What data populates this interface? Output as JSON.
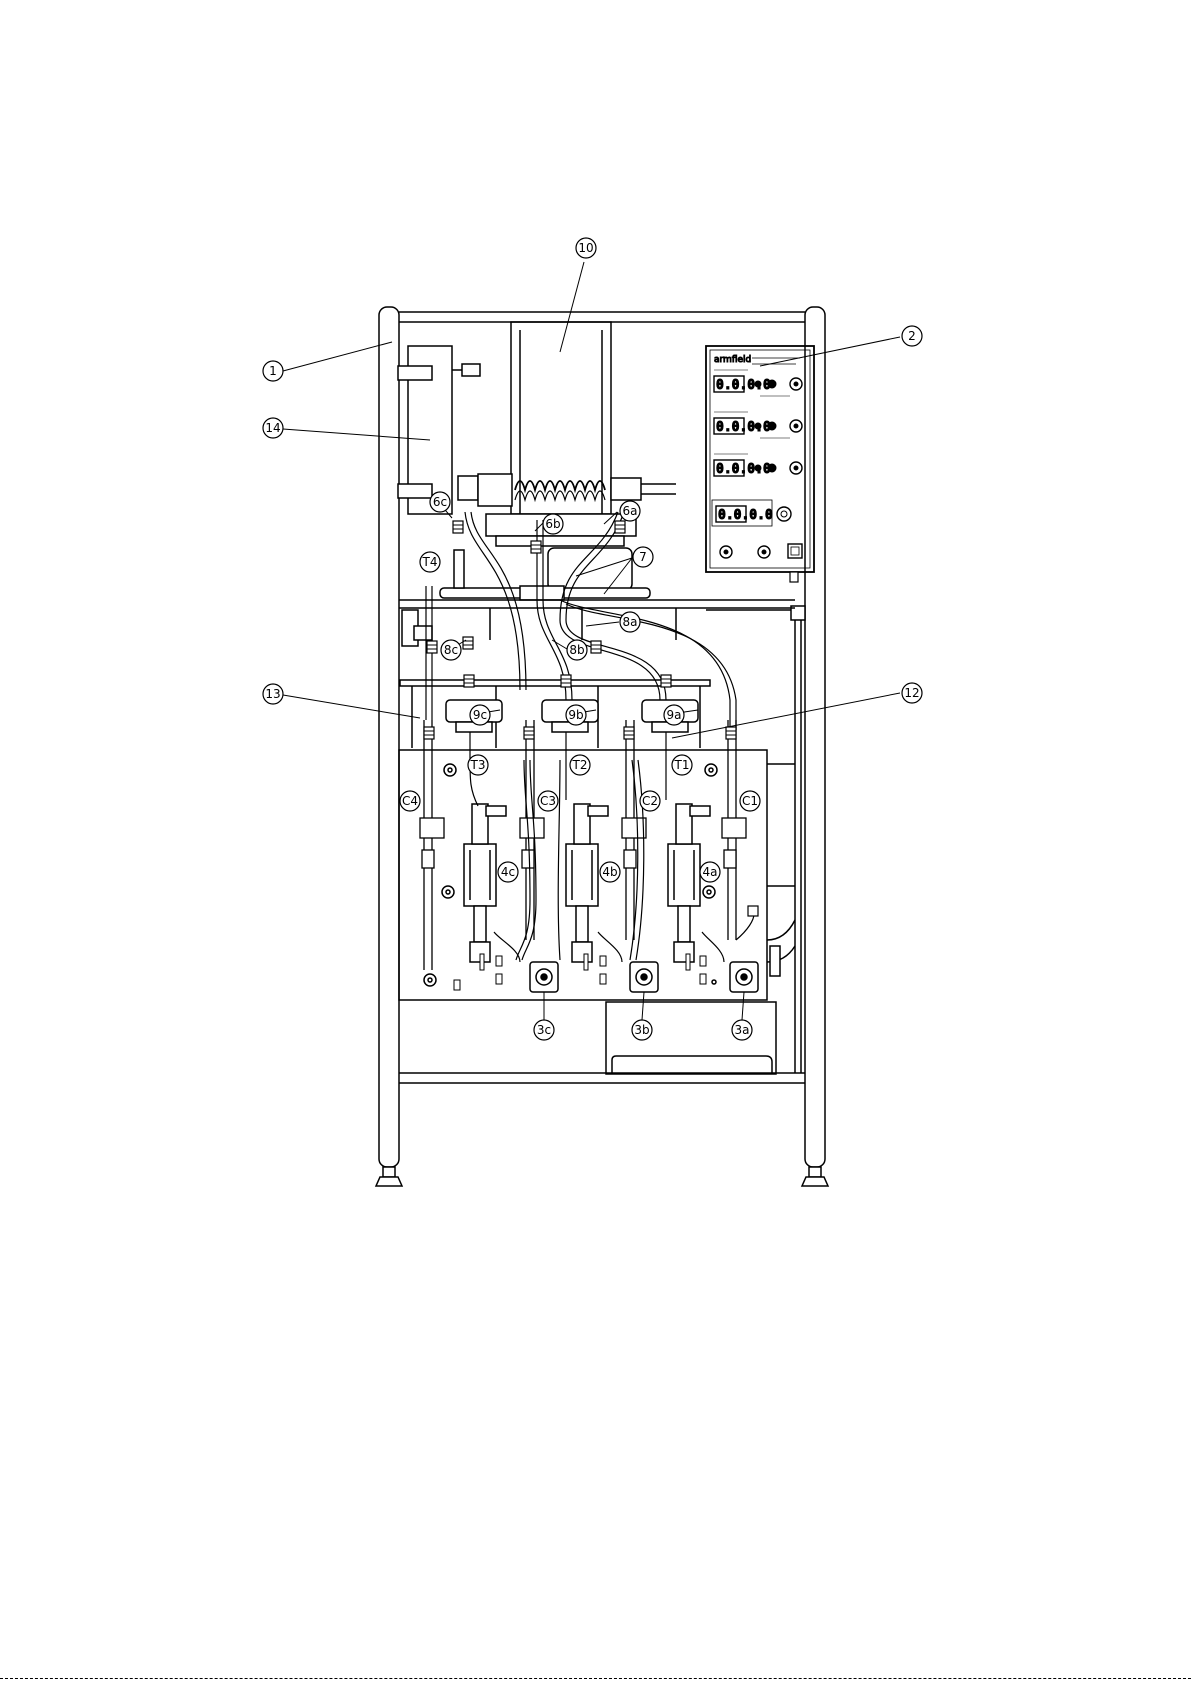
{
  "callouts": {
    "c1": "1",
    "c2": "2",
    "c7": "7",
    "c10": "10",
    "c12": "12",
    "c13": "13",
    "c14": "14",
    "c6a": "6a",
    "c6b": "6b",
    "c6c": "6c",
    "c8a": "8a",
    "c8b": "8b",
    "c8c": "8c",
    "c9a": "9a",
    "c9b": "9b",
    "c9c": "9c",
    "cT1": "T1",
    "cT2": "T2",
    "cT3": "T3",
    "cT4": "T4",
    "cC1": "C1",
    "cC2": "C2",
    "cC3": "C3",
    "cC4": "C4",
    "c4a": "4a",
    "c4b": "4b",
    "c4c": "4c",
    "c3a": "3a",
    "c3b": "3b",
    "c3c": "3c"
  },
  "panel": {
    "brand": "armfield",
    "displays": [
      "0.0.0.0",
      "0.0.0.0",
      "0.0.0.0",
      "0.0.0.0"
    ]
  }
}
